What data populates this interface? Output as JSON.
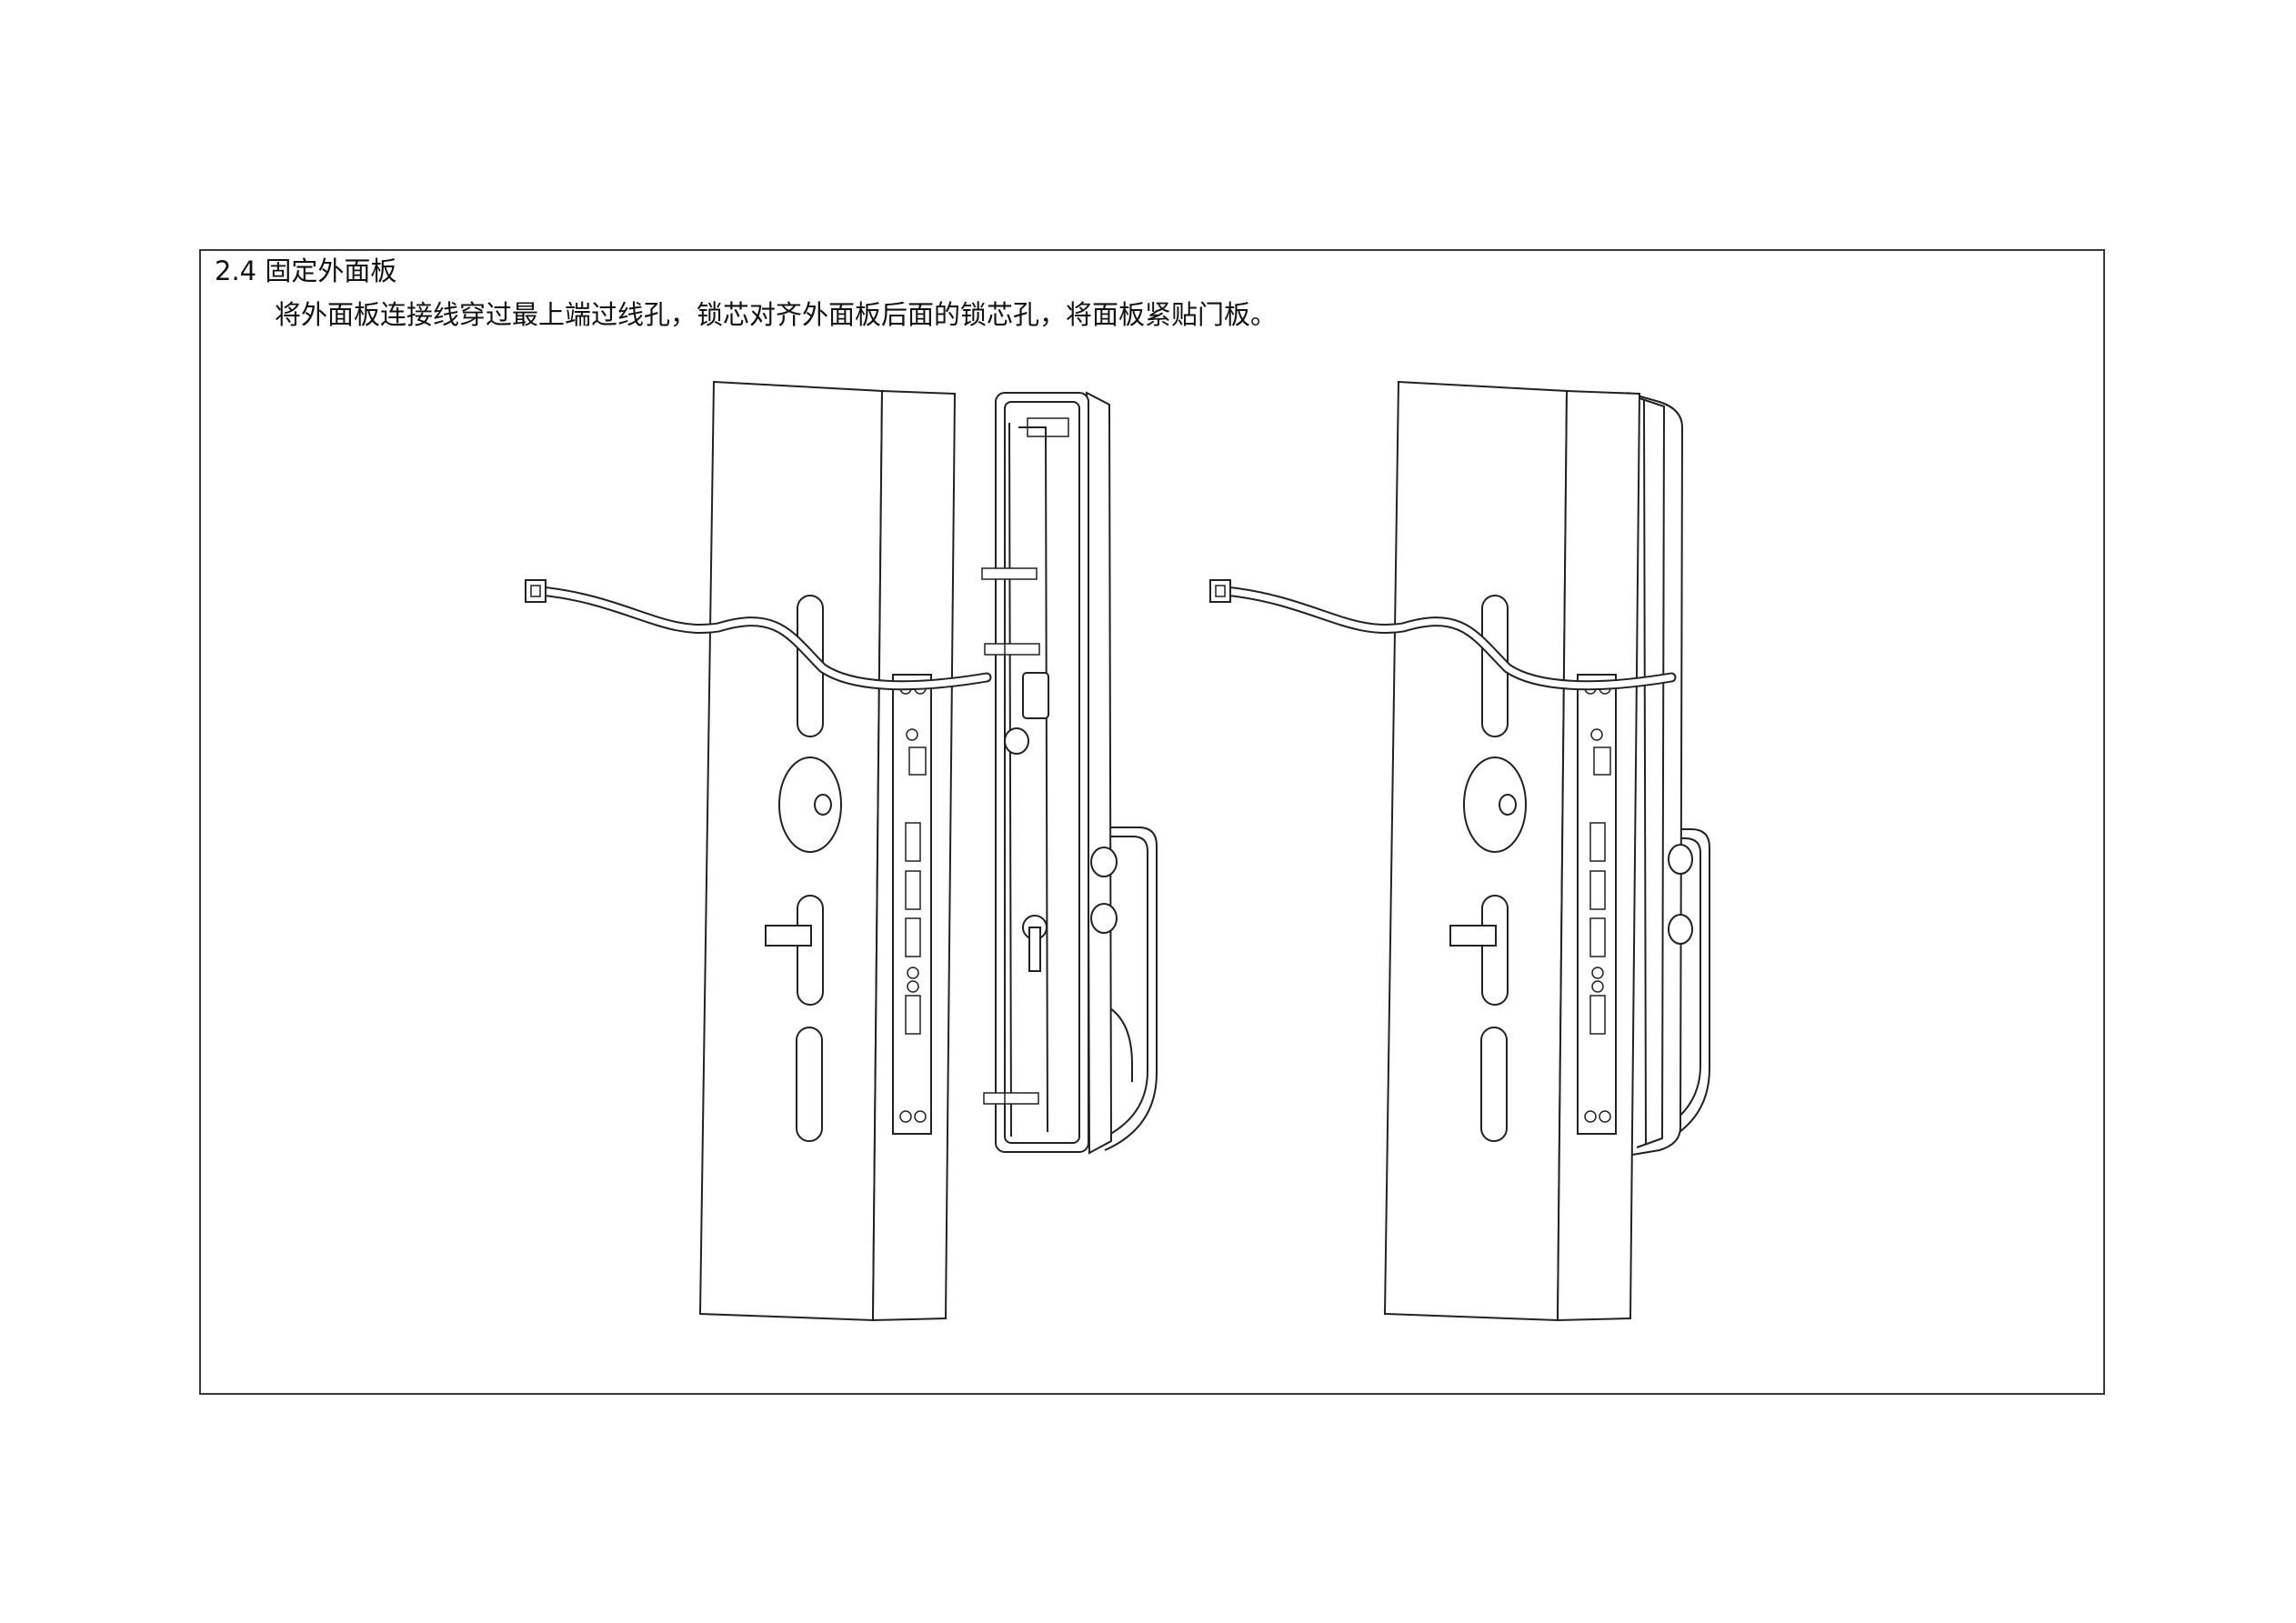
{
  "section": {
    "heading": "2.4 固定外面板",
    "instruction": "将外面板连接线穿过最上端过线孔，锁芯对齐外面板后面的锁芯孔，将面板紧贴门板。"
  },
  "illustrations": [
    {
      "name": "before-assembly-illustration",
      "state": "separated"
    },
    {
      "name": "after-assembly-illustration",
      "state": "attached"
    }
  ],
  "colors": {
    "line": "#222222",
    "fill": "#ffffff",
    "frame": "#3a3a3a"
  }
}
